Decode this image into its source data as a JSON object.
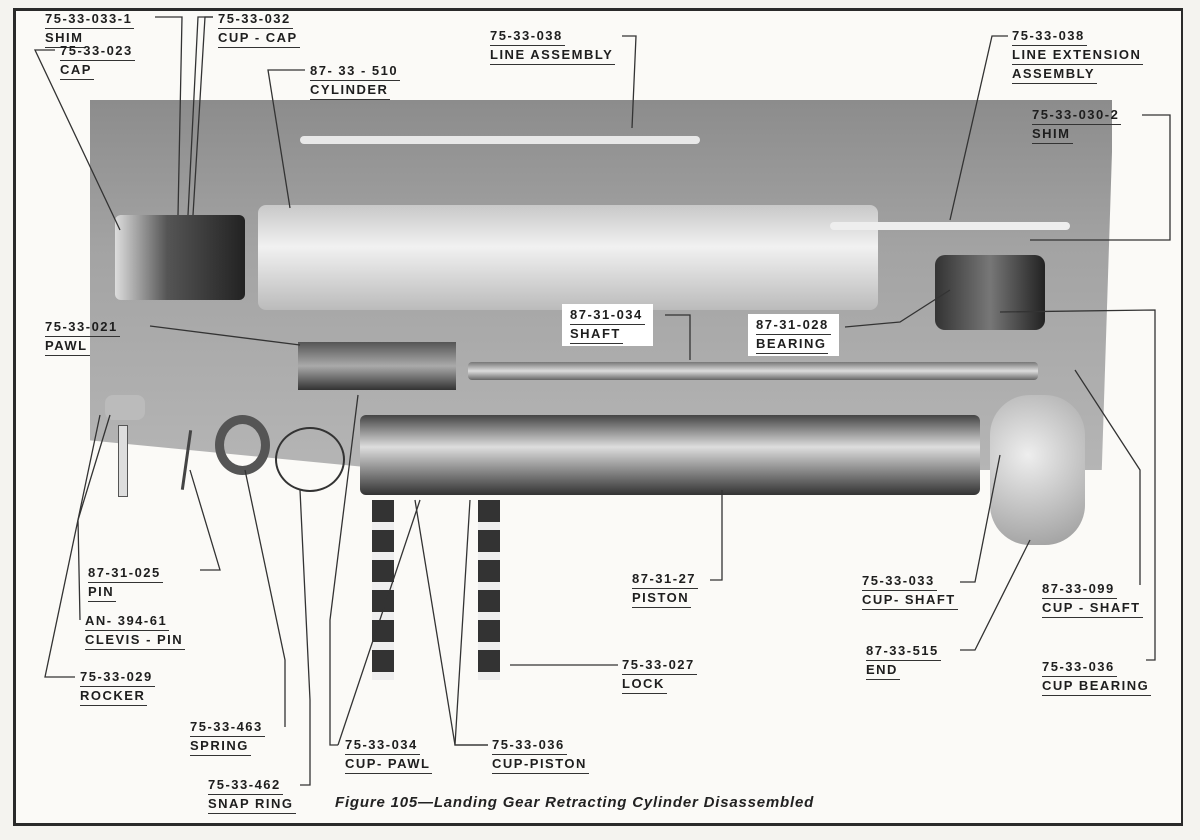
{
  "figure": {
    "caption": "Figure 105—Landing Gear Retracting Cylinder Disassembled",
    "labels": {
      "shim_top_left": {
        "part": "75-33-033-1",
        "name": "SHIM"
      },
      "cup_cap": {
        "part": "75-33-032",
        "name": "CUP - CAP"
      },
      "cap": {
        "part": "75-33-023",
        "name": "CAP"
      },
      "cylinder": {
        "part": "87- 33 - 510",
        "name": "CYLINDER"
      },
      "line_assembly": {
        "part": "75-33-038",
        "name": "LINE ASSEMBLY"
      },
      "line_extension": {
        "part": "75-33-038",
        "name": "LINE EXTENSION",
        "name2": "ASSEMBLY"
      },
      "shim_right": {
        "part": "75-33-030-2",
        "name": "SHIM"
      },
      "pawl": {
        "part": "75-33-021",
        "name": "PAWL"
      },
      "shaft": {
        "part": "87-31-034",
        "name": "SHAFT"
      },
      "bearing": {
        "part": "87-31-028",
        "name": "BEARING"
      },
      "pin": {
        "part": "87-31-025",
        "name": "PIN"
      },
      "clevis_pin": {
        "part": "AN- 394-61",
        "name": "CLEVIS - PIN"
      },
      "rocker": {
        "part": "75-33-029",
        "name": "ROCKER"
      },
      "piston": {
        "part": "87-31-27",
        "name": "PISTON"
      },
      "cup_shaft_1": {
        "part": "75-33-033",
        "name": "CUP- SHAFT"
      },
      "cup_shaft_2": {
        "part": "87-33-099",
        "name": "CUP - SHAFT"
      },
      "end": {
        "part": "87-33-515",
        "name": "END"
      },
      "cup_bearing": {
        "part": "75-33-036",
        "name": "CUP BEARING"
      },
      "lock": {
        "part": "75-33-027",
        "name": "LOCK"
      },
      "spring": {
        "part": "75-33-463",
        "name": "SPRING"
      },
      "cup_pawl": {
        "part": "75-33-034",
        "name": "CUP- PAWL"
      },
      "cup_piston": {
        "part": "75-33-036",
        "name": "CUP-PISTON"
      },
      "snap_ring": {
        "part": "75-33-462",
        "name": "SNAP RING"
      }
    }
  }
}
